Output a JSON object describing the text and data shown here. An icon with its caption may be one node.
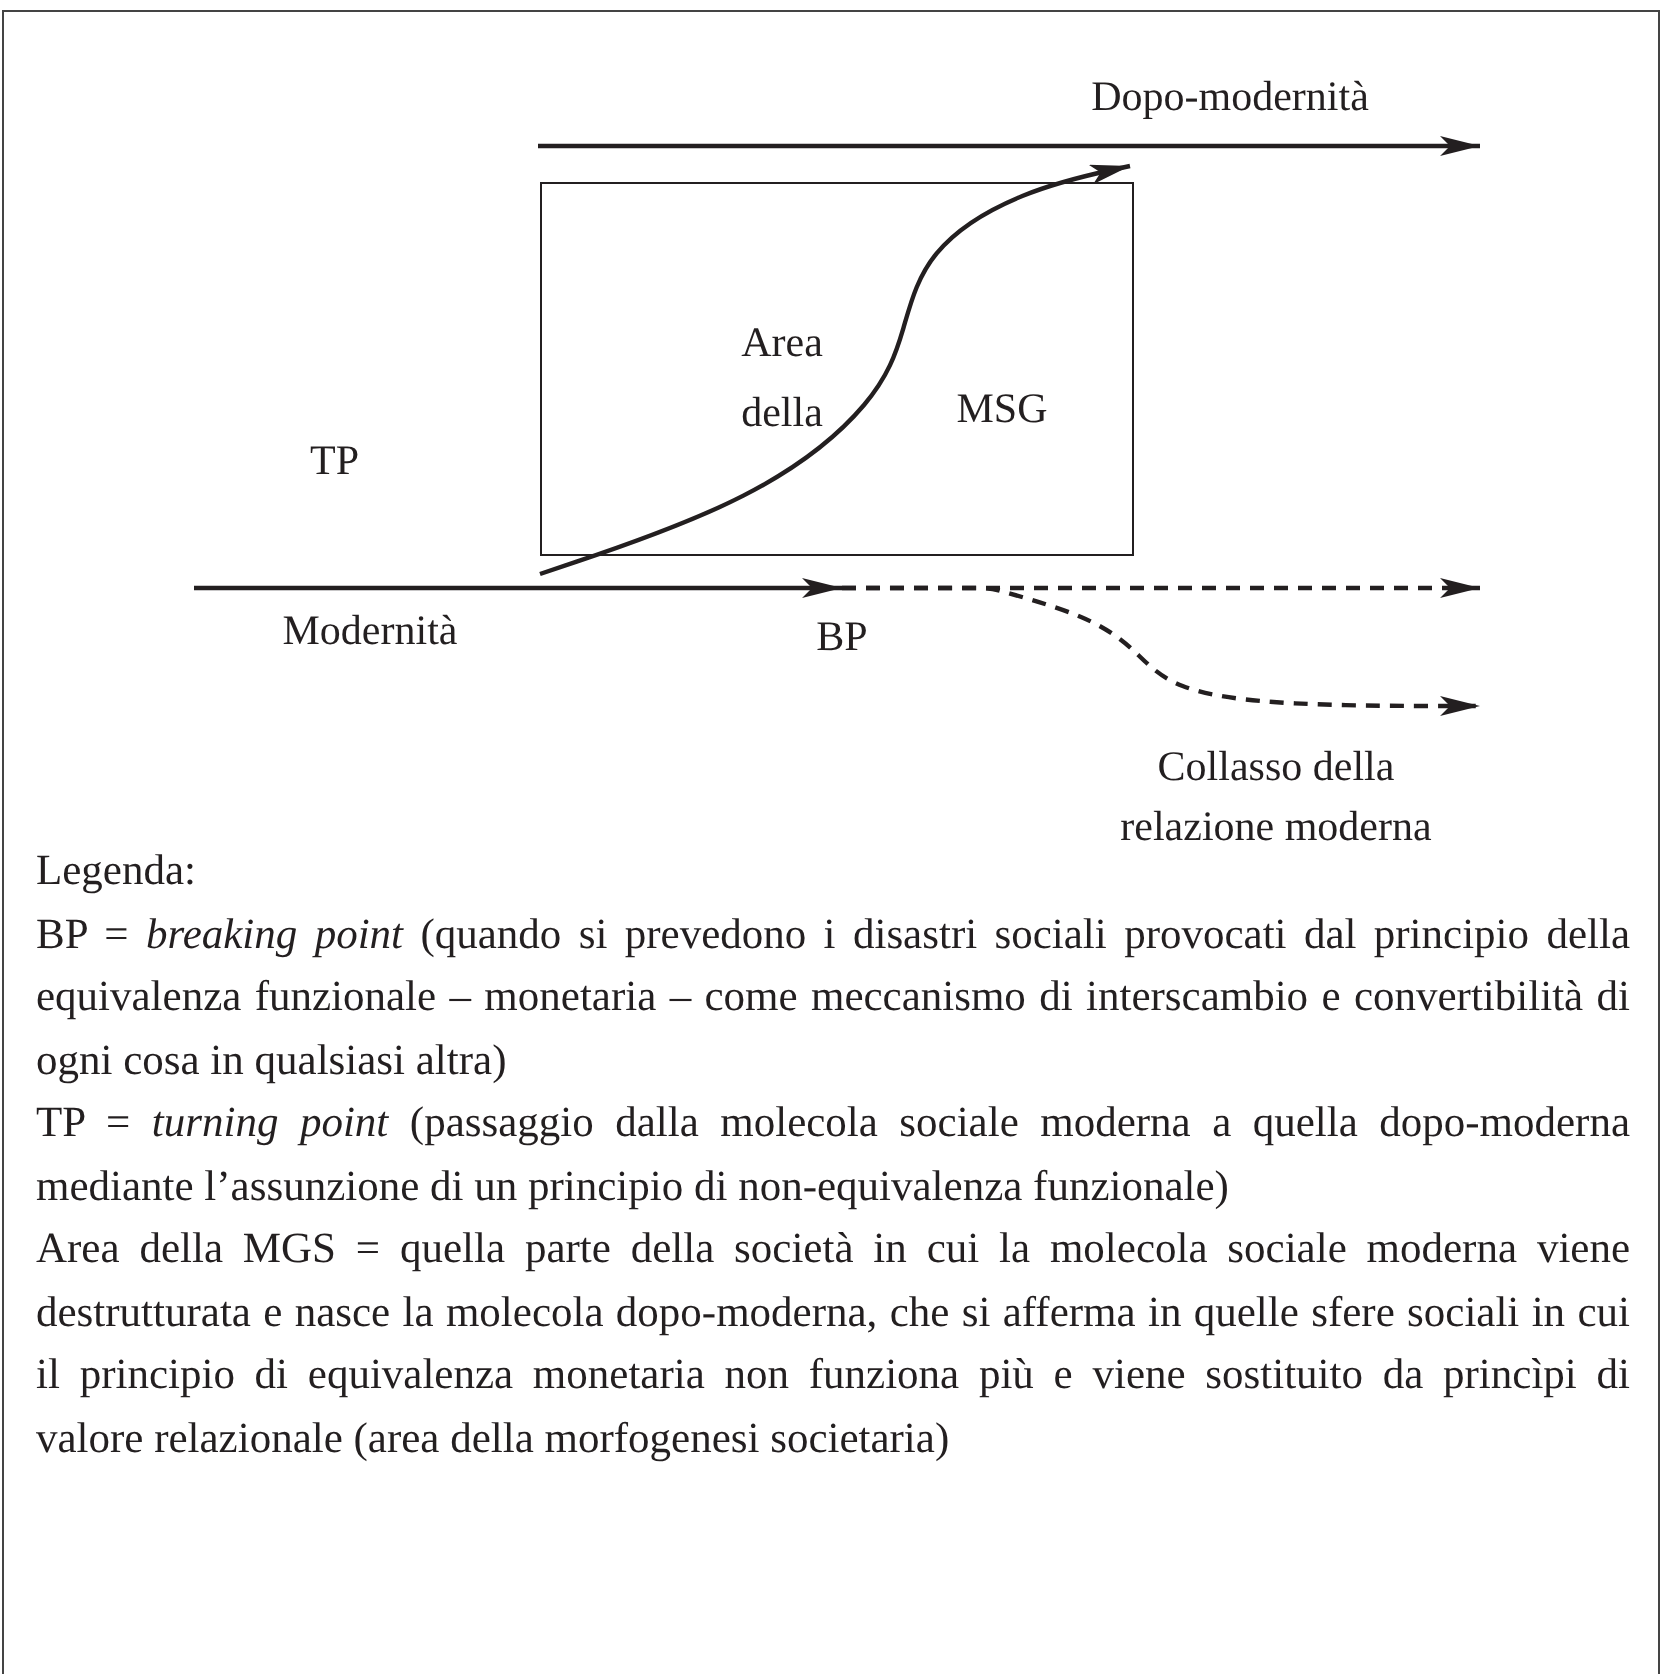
{
  "diagram": {
    "nodes": [
      {
        "text": [
          "Area della",
          "MSG"
        ]
      },
      {
        "text": [
          "BP"
        ]
      }
    ],
    "edges": [
      {
        "from": null,
        "to": 1,
        "arrow": "to",
        "label": "Modernità"
      },
      {
        "from": 1,
        "to": null,
        "arrow": "to",
        "style": "dashed"
      },
      {
        "from": 1,
        "to": null,
        "arrow": "to",
        "style": "dashed",
        "label": "Collasso della relazione moderna"
      }
    ],
    "labels": [
      "Dopo-modernità",
      "TP",
      "Legenda:",
      "BP = *breaking point* (quando si prevedono i disastri sociali provocati dal principio della equivalenza funzionale – monetaria – come meccanismo di interscambio e convertibilità di ogni cosa in qualsiasi altra)",
      "TP = *turning point* (passaggio dalla molecola sociale moderna a quella dopo-moderna mediante l’assunzione di un principio di non-equivalenza funzionale)",
      "Area della MGS = quella parte della società in cui la molecola sociale moderna viene destrutturata e nasce la molecola dopo-moderna, che si afferma in quelle sfere sociali in cui il principio di equivalenza monetaria non funziona più e viene sostituito da princìpi di valore relazionale (area della morfogenesi societaria)"
    ]
  }
}
